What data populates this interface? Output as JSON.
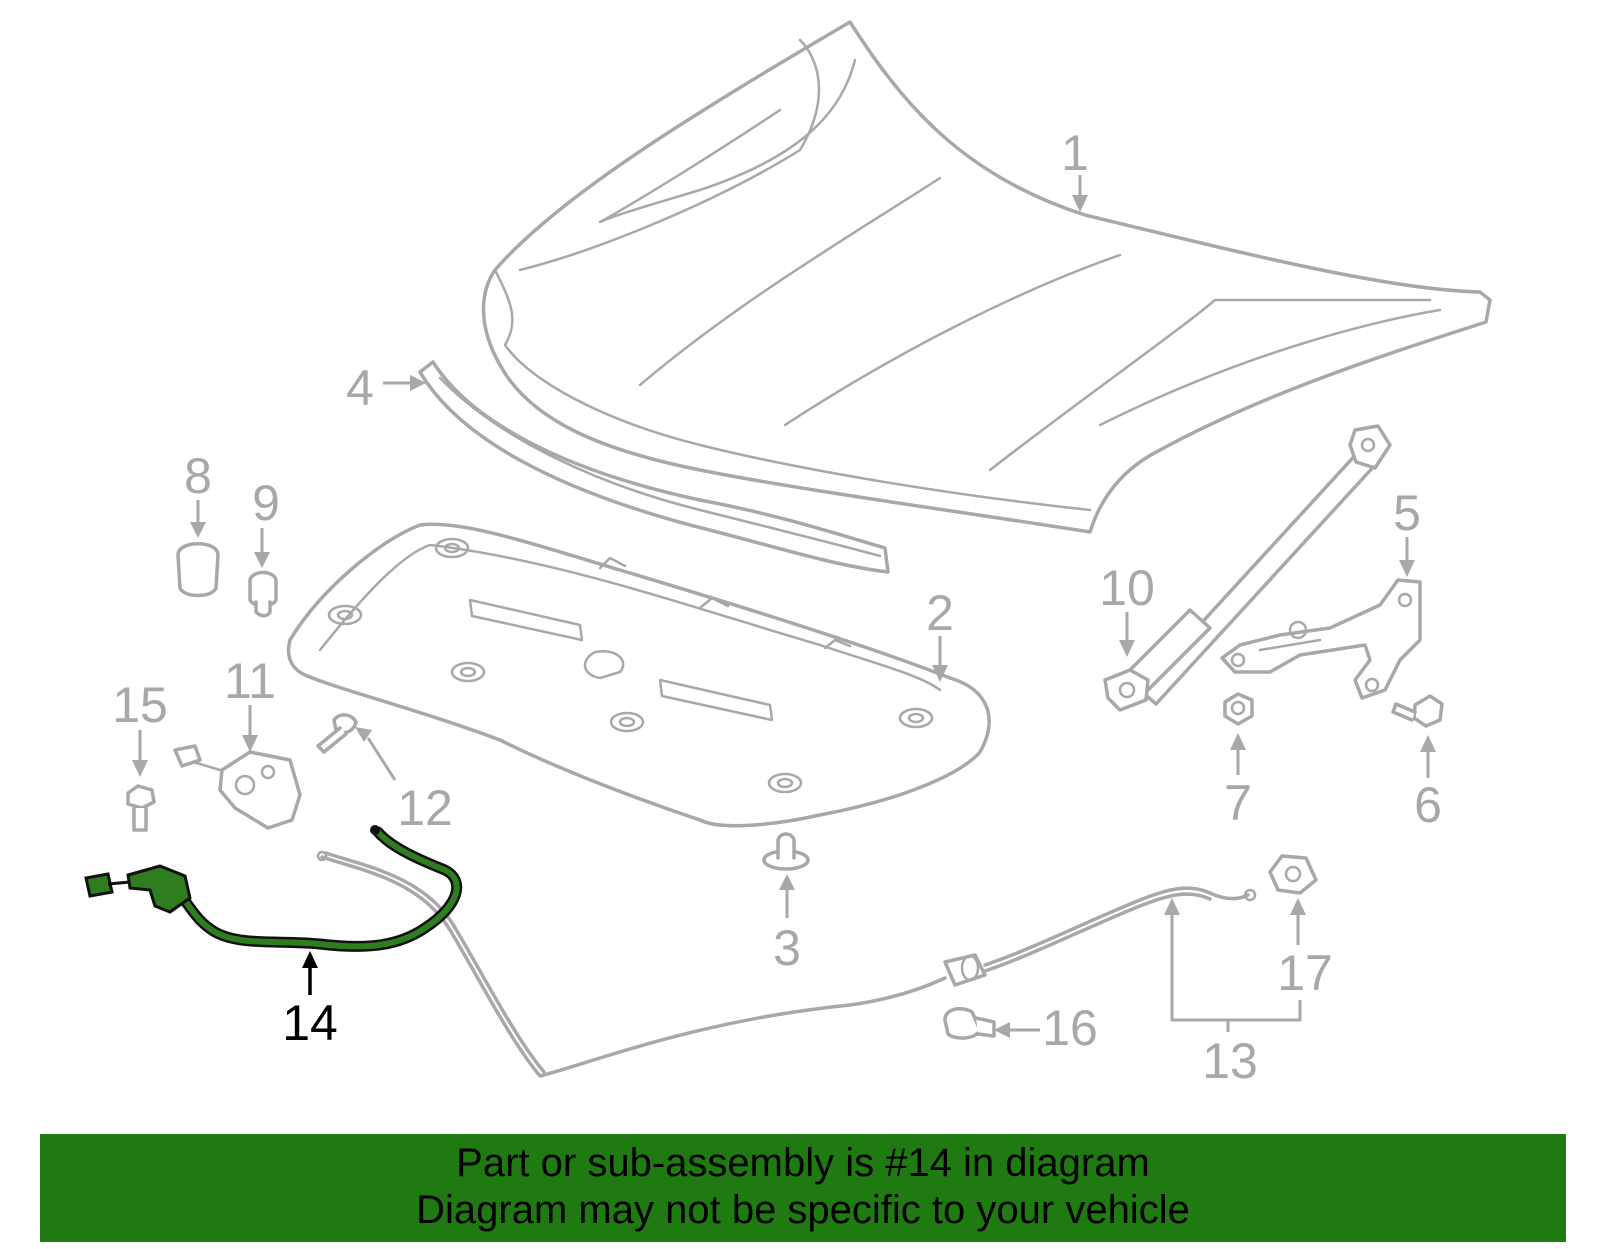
{
  "callouts": {
    "c1": "1",
    "c2": "2",
    "c3": "3",
    "c4": "4",
    "c5": "5",
    "c6": "6",
    "c7": "7",
    "c8": "8",
    "c9": "9",
    "c10": "10",
    "c11": "11",
    "c12": "12",
    "c13": "13",
    "c14": "14",
    "c15": "15",
    "c16": "16",
    "c17": "17"
  },
  "highlighted_part": "14",
  "colors": {
    "part_line": "#a8a8a8",
    "highlight_fill": "#2e7d1e",
    "banner_background": "#1f7a12",
    "banner_text": "#000000"
  },
  "banner": {
    "line1": "Part or sub-assembly is #14 in diagram",
    "line2": "Diagram may not be specific to your vehicle"
  }
}
